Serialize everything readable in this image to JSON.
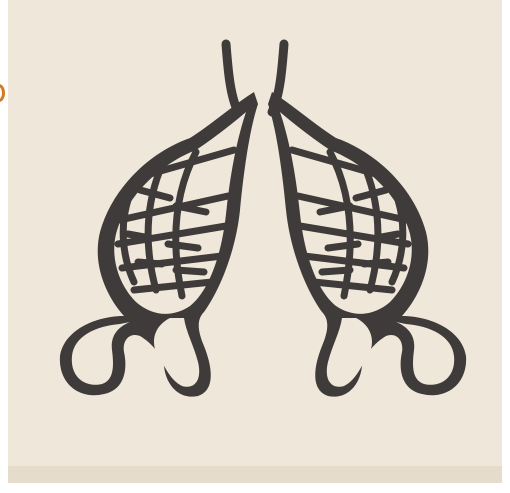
{
  "colors": {
    "paper": "#efe7d9",
    "paper_shade": "#e6dccb",
    "ink": "#3f3b3a",
    "marker": "#d47a22",
    "outer_background": "#ffffff"
  },
  "figure": {
    "lobe_count": 2,
    "lobes": [
      "left-lobe",
      "right-lobe"
    ]
  }
}
